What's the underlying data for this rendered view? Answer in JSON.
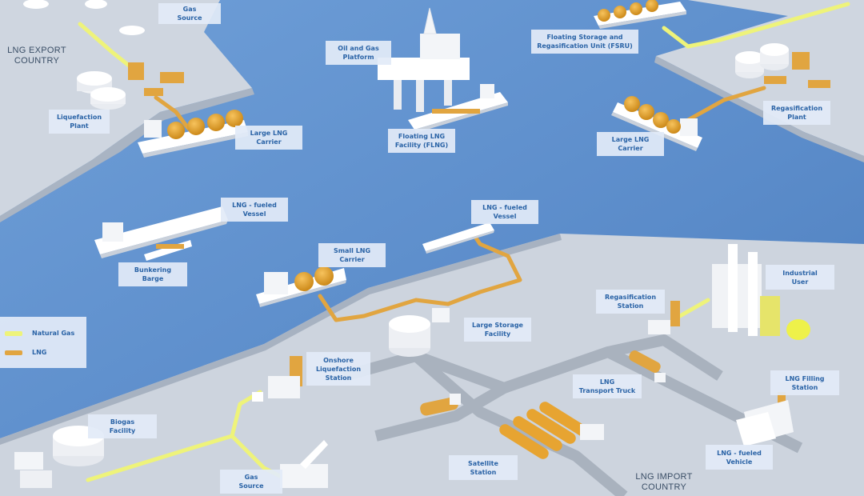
{
  "countries": {
    "export": "LNG EXPORT\nCOUNTRY",
    "import": "LNG IMPORT\nCOUNTRY"
  },
  "labels": {
    "gas_source_top": "Gas\nSource",
    "oil_gas_platform": "Oil and Gas\nPlatform",
    "fsru": "Floating Storage and\nRegasification Unit (FSRU)",
    "liquefaction_plant": "Liquefaction\nPlant",
    "large_lng_carrier_left": "Large LNG\nCarrier",
    "flng": "Floating LNG\nFacility (FLNG)",
    "regasification_plant": "Regasification\nPlant",
    "large_lng_carrier_right": "Large LNG\nCarrier",
    "lng_fueled_vessel_left": "LNG - fueled\nVessel",
    "lng_fueled_vessel_center": "LNG - fueled\nVessel",
    "small_lng_carrier": "Small LNG\nCarrier",
    "bunkering_barge": "Bunkering\nBarge",
    "industrial_user": "Industrial\nUser",
    "regasification_station": "Regasification\nStation",
    "large_storage_facility": "Large Storage\nFacility",
    "onshore_liquefaction_station": "Onshore\nLiquefaction\nStation",
    "lng_transport_truck": "LNG\nTransport Truck",
    "lng_filling_station": "LNG Filling\nStation",
    "biogas_facility": "Biogas\nFacility",
    "satellite_station": "Satellite\nStation",
    "gas_source_bottom": "Gas\nSource",
    "lng_fueled_vehicle": "LNG - fueled\nVehicle"
  },
  "legend": {
    "items": [
      {
        "label": "Natural Gas",
        "color": "#eef37a"
      },
      {
        "label": "LNG",
        "color": "#e1a540"
      }
    ]
  },
  "colors": {
    "water": "#5d8fcc",
    "land": "#cdd4de",
    "natural_gas_pipe": "#eef37a",
    "lng_pipe": "#e1a540",
    "label_text": "#2a63a6",
    "lng_tank": "#e7a431"
  }
}
